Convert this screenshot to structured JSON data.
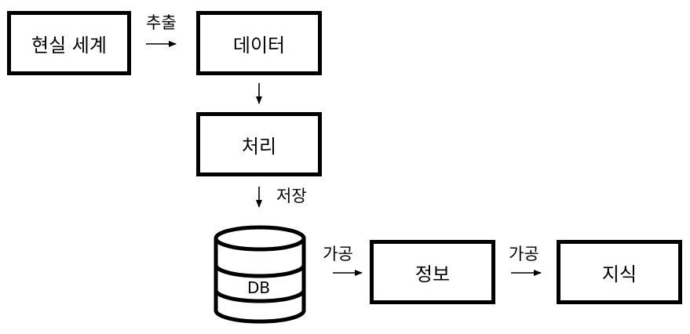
{
  "nodes": {
    "real_world": "현실 세계",
    "data": "데이터",
    "processing": "처리",
    "db": "DB",
    "information": "정보",
    "knowledge": "지식"
  },
  "edges": {
    "extract": "추출",
    "store": "저장",
    "process_1": "가공",
    "process_2": "가공"
  }
}
